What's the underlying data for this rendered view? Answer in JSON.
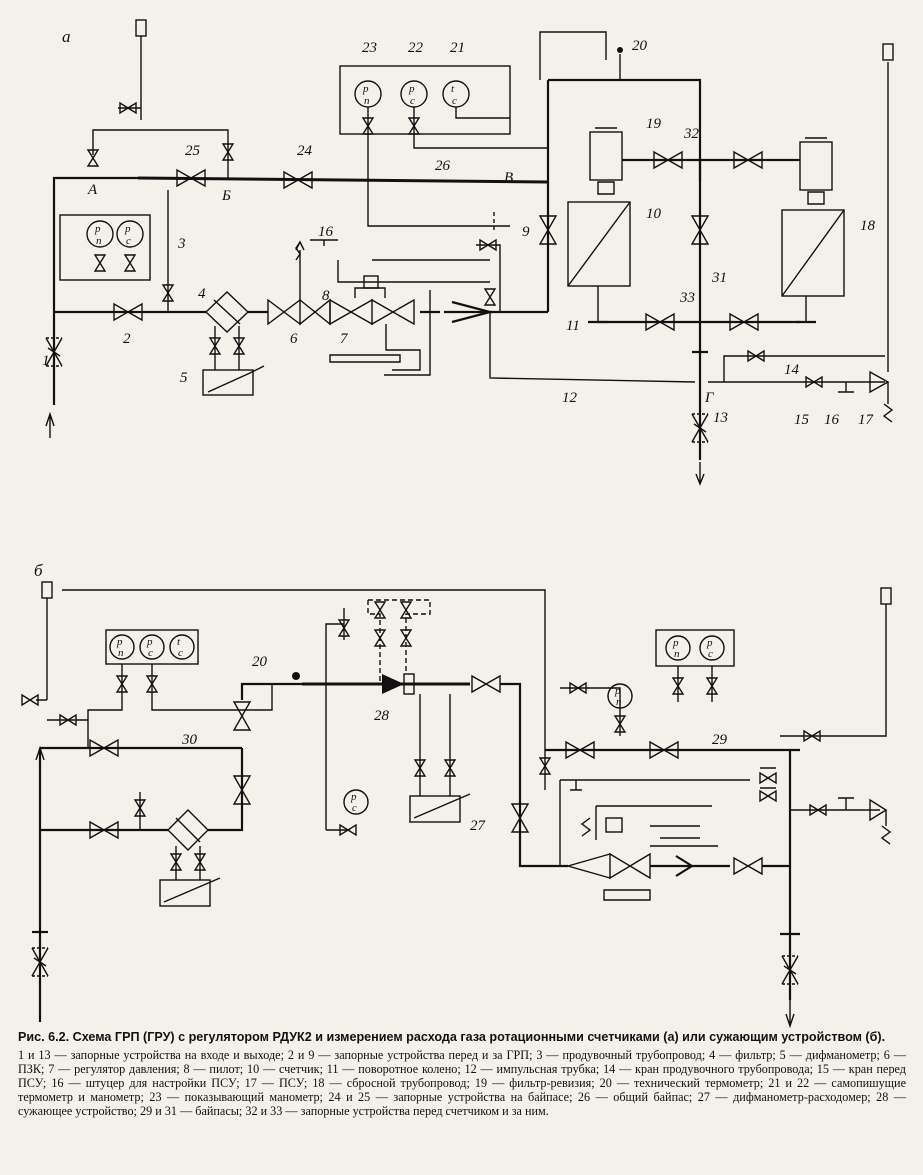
{
  "diagram": {
    "panel_a_label": "а",
    "panel_b_label": "б",
    "points": {
      "A": "А",
      "B": "Б",
      "V": "В",
      "G": "Г"
    },
    "numbers_a": [
      "1",
      "2",
      "3",
      "4",
      "5",
      "6",
      "7",
      "8",
      "9",
      "10",
      "11",
      "12",
      "13",
      "14",
      "15",
      "16",
      "16",
      "17",
      "18",
      "19",
      "20",
      "21",
      "22",
      "23",
      "24",
      "25",
      "26",
      "31",
      "32",
      "33"
    ],
    "numbers_b": [
      "20",
      "27",
      "28",
      "29",
      "30"
    ],
    "gauges": {
      "p": "p",
      "n": "п",
      "c": "с",
      "t": "t"
    }
  },
  "caption": {
    "title": "Рис. 6.2. Схема ГРП (ГРУ) с регулятором РДУК2 и измерением расхода газа ротационными счетчиками (а) или сужающим устройством (б).",
    "legend": "1 и 13 — запорные устройства на входе и выходе; 2 и 9 — запорные устройства перед и за ГРП; 3 — продувочный трубопровод; 4 — фильтр; 5 — дифманометр; 6 — ПЗК; 7 — регулятор давления; 8 — пилот; 10 — счетчик; 11 — поворотное колено; 12 — импульсная трубка; 14 — кран продувочного трубопровода; 15 — кран перед ПСУ; 16 — штуцер для настройки ПСУ; 17 — ПСУ; 18 — сбросной трубопровод; 19 — фильтр-ревизия; 20 — технический термометр; 21 и 22 — самопишущие термометр и манометр; 23 — показывающий манометр; 24 и 25 — запорные устройства на байпасе; 26 — общий байпас; 27 — дифманометр-расходомер; 28 — сужающее устройство; 29 и 31 — байпасы; 32 и 33 — запорные устройства перед счетчиком и за ним."
  }
}
